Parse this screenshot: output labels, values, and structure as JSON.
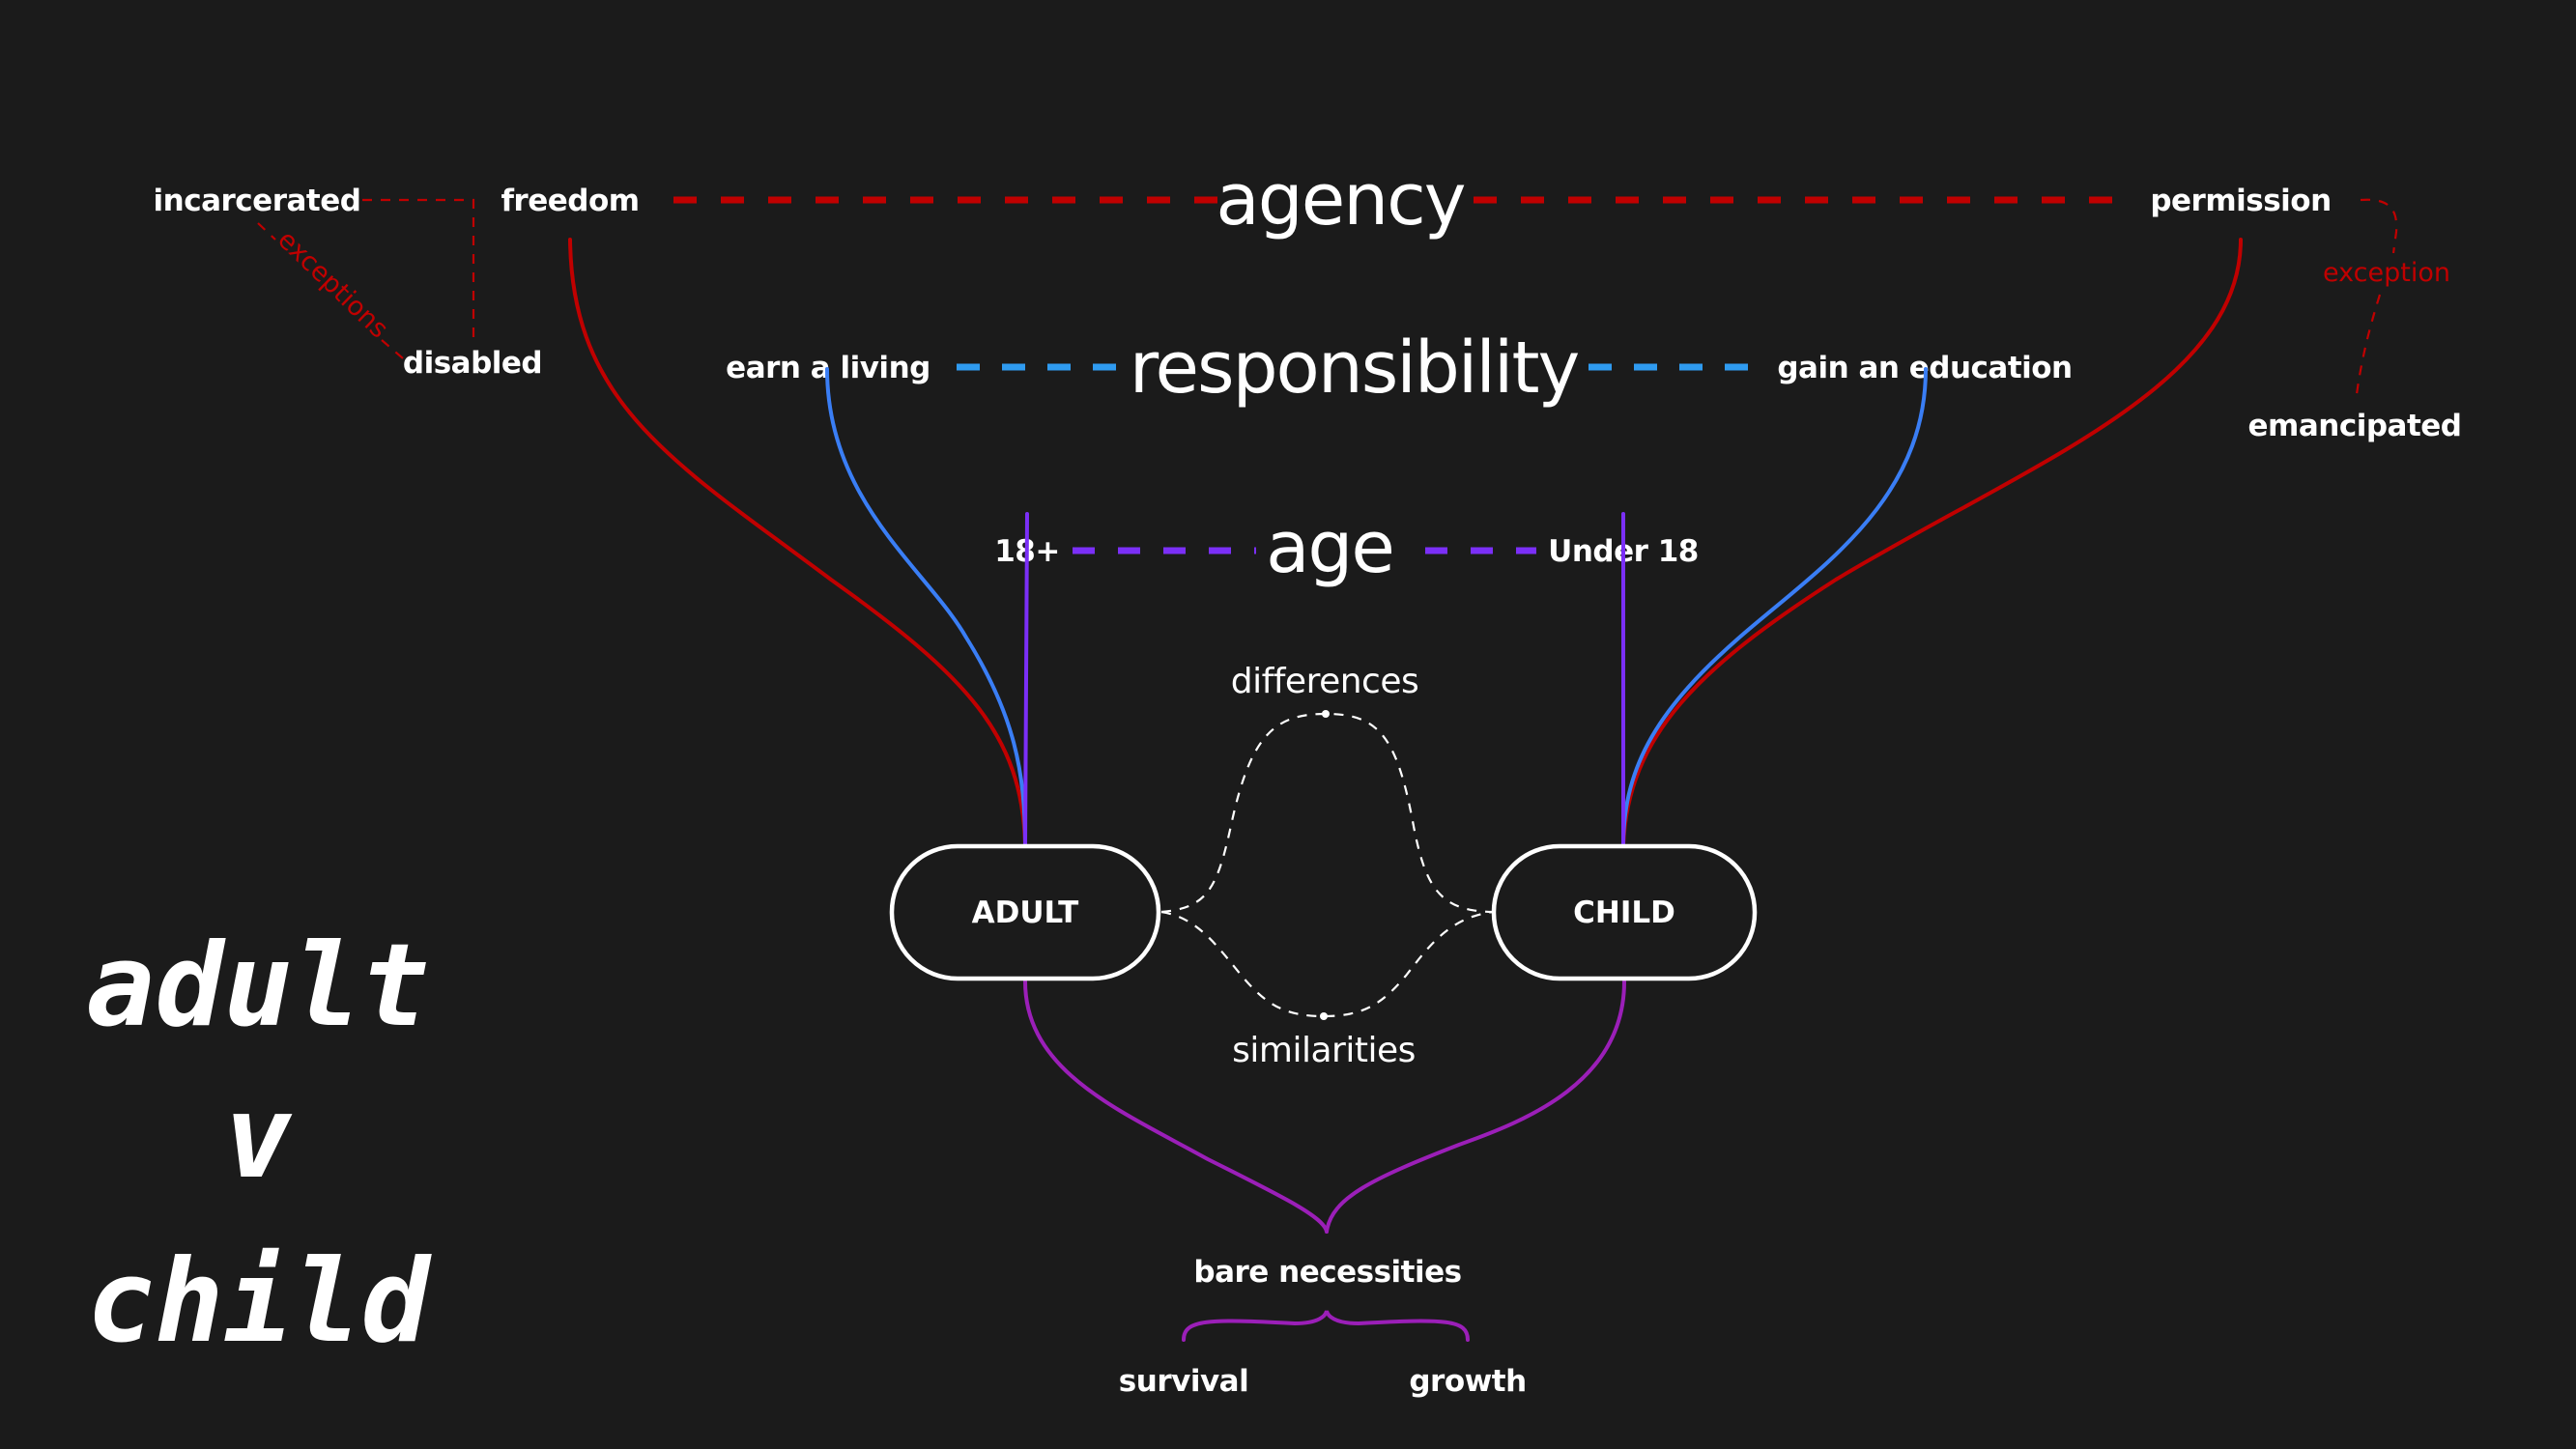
{
  "title": {
    "line1": "adult",
    "line2": "v",
    "line3": "child"
  },
  "colors": {
    "background": "#1b1b1b",
    "agency_red": "#c00000",
    "responsibility_blue_dash": "#2f9bf0",
    "responsibility_blue_curve": "#3a7ef5",
    "age_purple": "#7b2ff7",
    "necessities_purple": "#9b1fb8",
    "text": "#ffffff"
  },
  "agency": {
    "title": "agency",
    "left": "freedom",
    "right": "permission",
    "left_exceptions": {
      "items": [
        "incarcerated",
        "disabled"
      ],
      "note": "exceptions"
    },
    "right_exception": {
      "item": "emancipated",
      "note": "exception"
    }
  },
  "responsibility": {
    "title": "responsibility",
    "left": "earn a living",
    "right": "gain an education"
  },
  "age": {
    "title": "age",
    "left": "18+",
    "right": "Under 18"
  },
  "nodes": {
    "adult": "ADULT",
    "child": "CHILD"
  },
  "relations": {
    "differences": "differences",
    "similarities": "similarities"
  },
  "necessities": {
    "title": "bare necessities",
    "left": "survival",
    "right": "growth"
  }
}
